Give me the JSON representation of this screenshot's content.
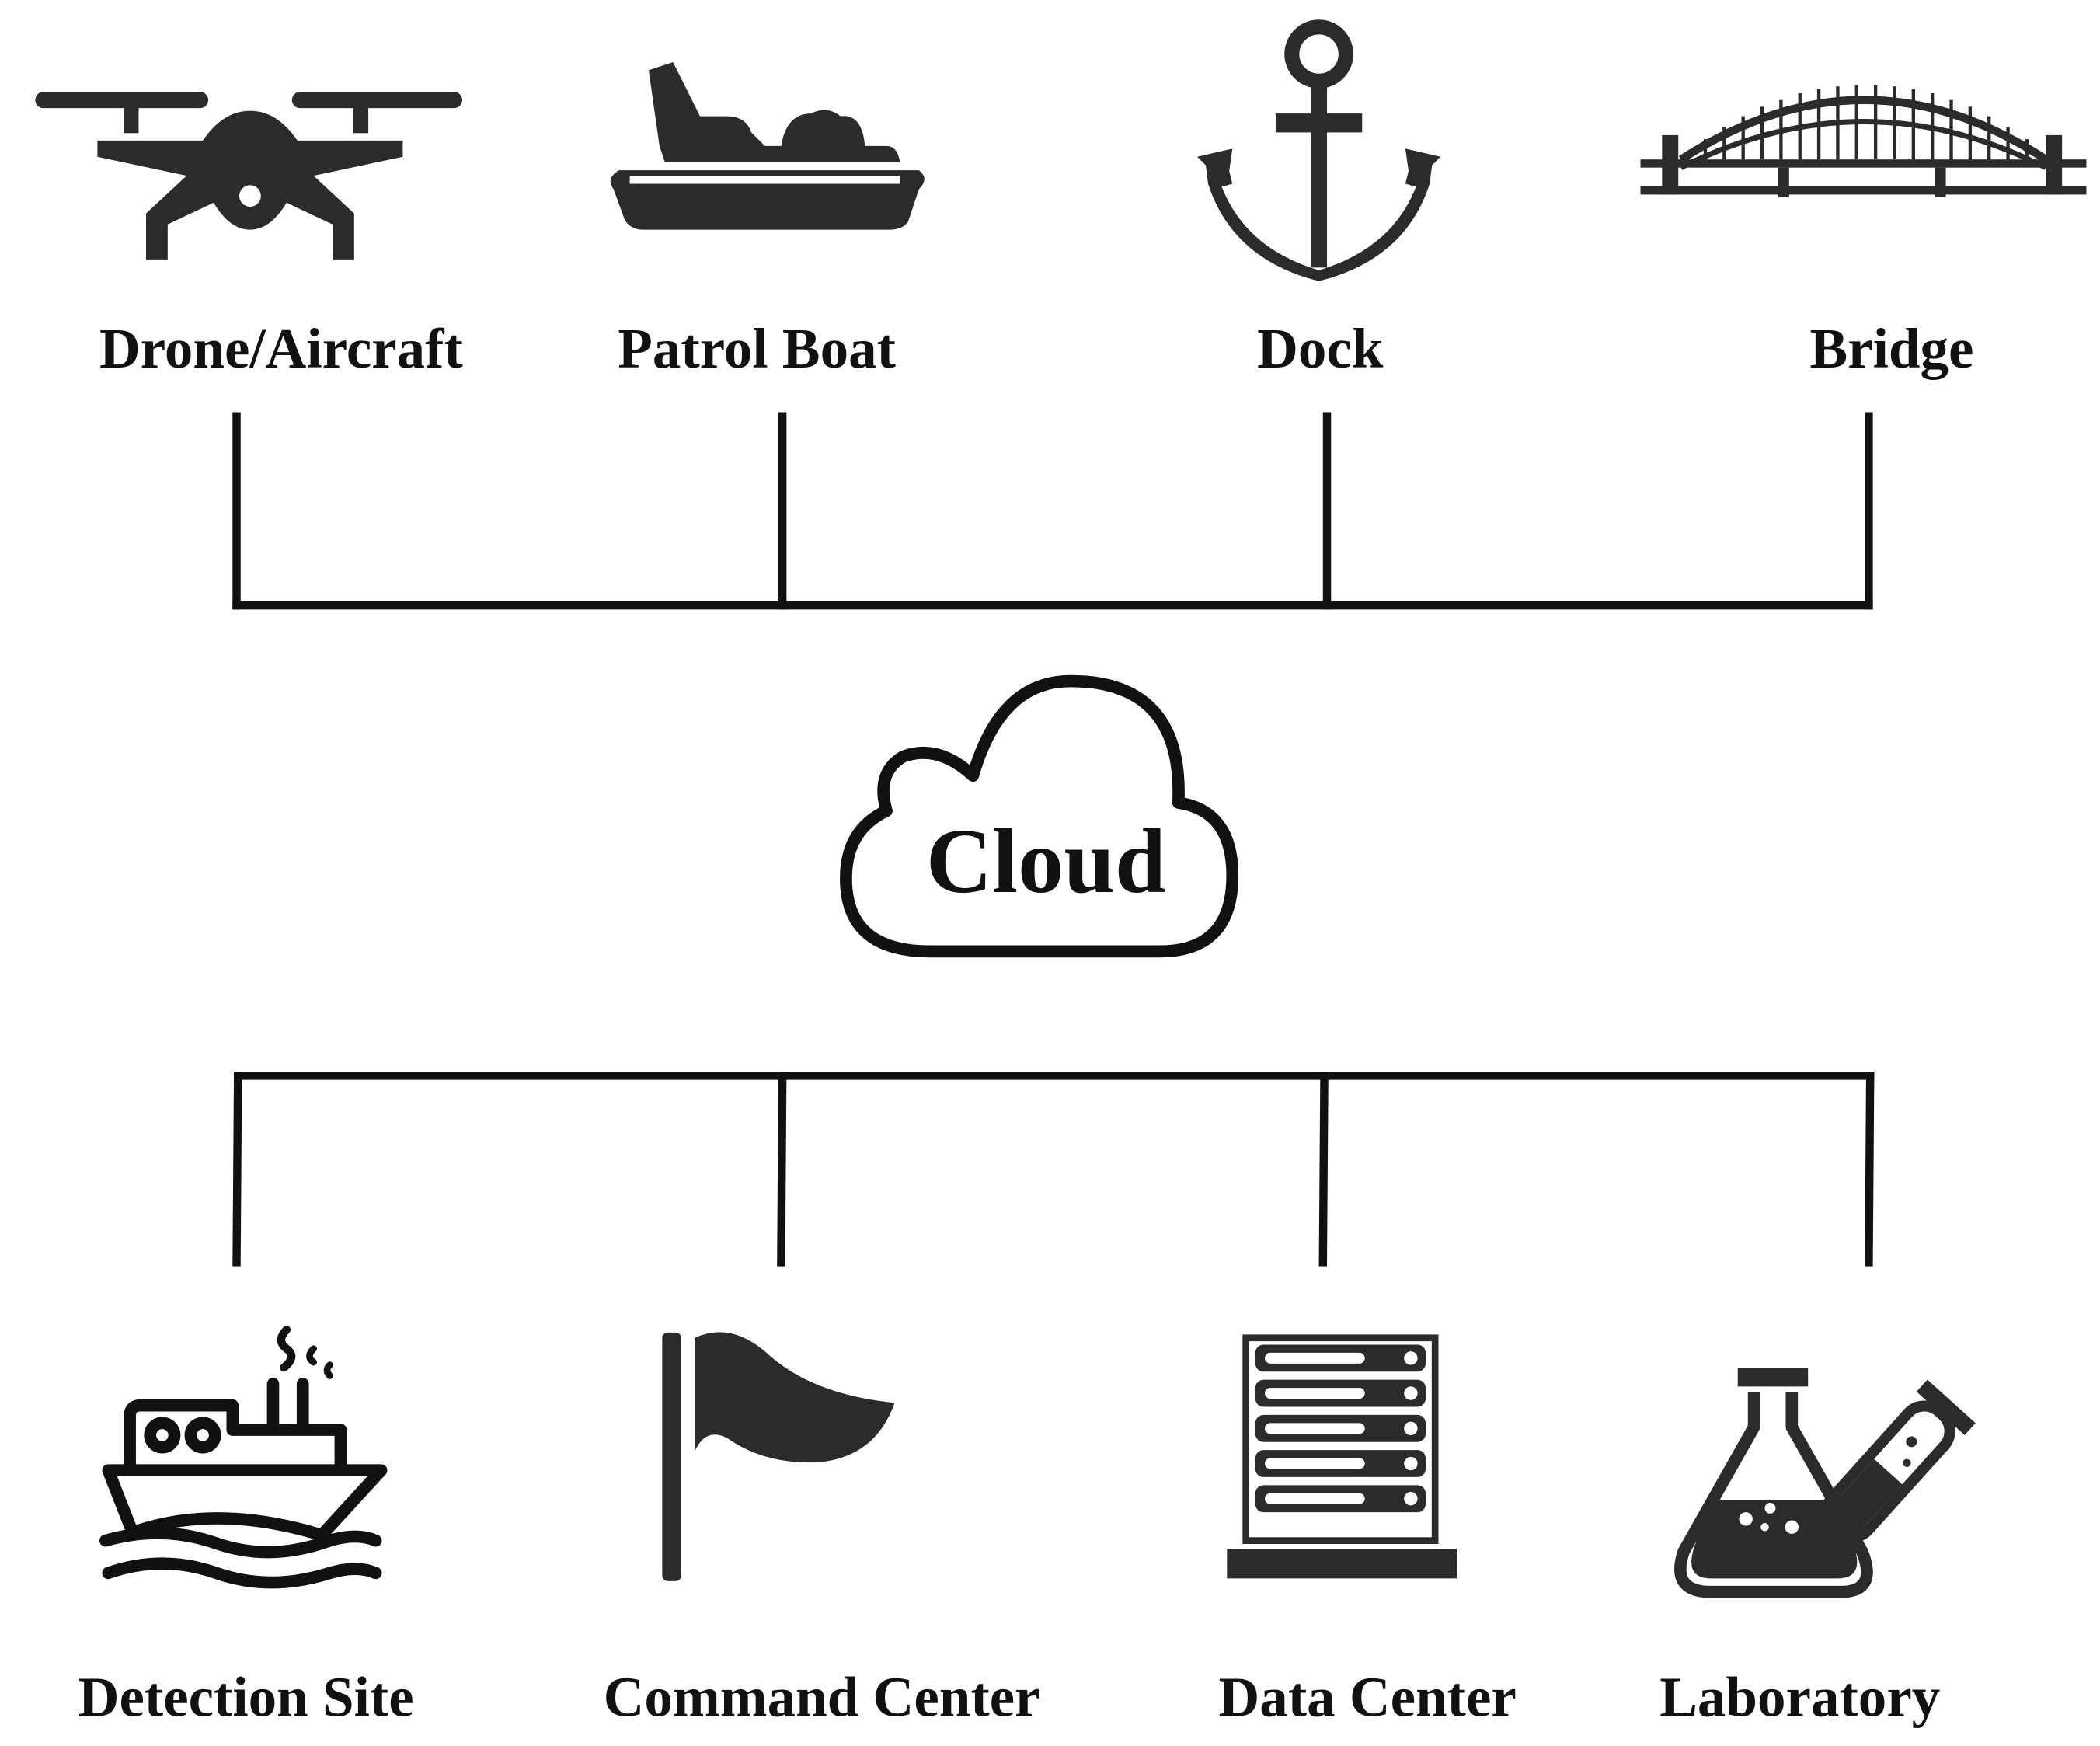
{
  "top_row": [
    {
      "label": "Drone/Aircraft",
      "icon": "drone-icon"
    },
    {
      "label": "Patrol Boat",
      "icon": "patrol-boat-icon"
    },
    {
      "label": "Dock",
      "icon": "anchor-icon"
    },
    {
      "label": "Bridge",
      "icon": "bridge-icon"
    }
  ],
  "hub": {
    "label": "Cloud",
    "icon": "cloud-icon"
  },
  "bottom_row": [
    {
      "label": "Detection Site",
      "icon": "ship-icon"
    },
    {
      "label": "Command Center",
      "icon": "flag-icon"
    },
    {
      "label": "Data Center",
      "icon": "server-rack-icon"
    },
    {
      "label": "Laboratory",
      "icon": "lab-flask-icon"
    }
  ],
  "colors": {
    "icon": "#2b2b2b",
    "line": "#111111",
    "text": "#111111"
  }
}
